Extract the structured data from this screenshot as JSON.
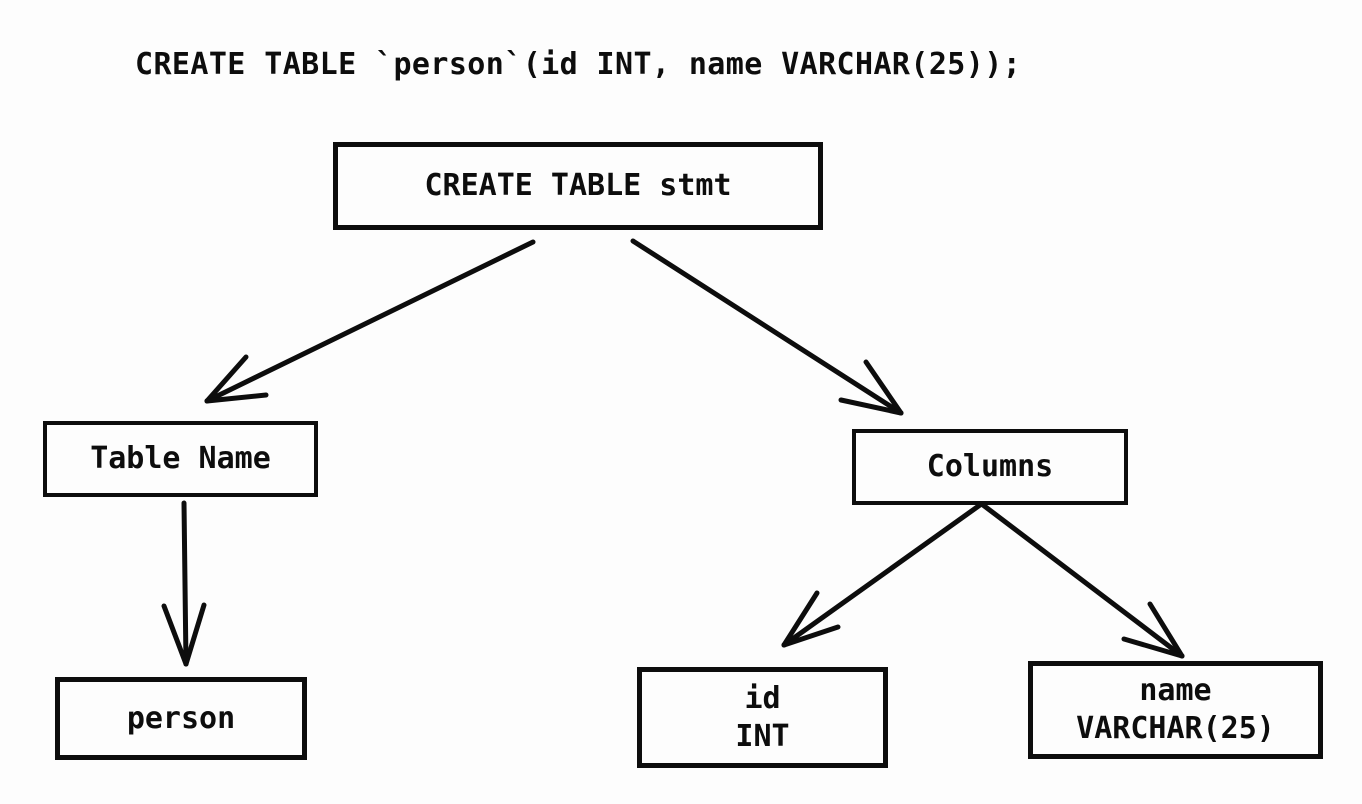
{
  "sql": {
    "statement": "CREATE TABLE `person`(id INT, name VARCHAR(25));"
  },
  "tree": {
    "root": {
      "label": "CREATE TABLE stmt"
    },
    "table_name": {
      "label": "Table Name"
    },
    "columns": {
      "label": "Columns"
    },
    "person": {
      "label": "person"
    },
    "column_id": {
      "name": "id",
      "type": "INT"
    },
    "column_name": {
      "name": "name",
      "type": "VARCHAR(25)"
    }
  },
  "colors": {
    "ink": "#0d0d0d",
    "background": "#fdfdfd"
  }
}
